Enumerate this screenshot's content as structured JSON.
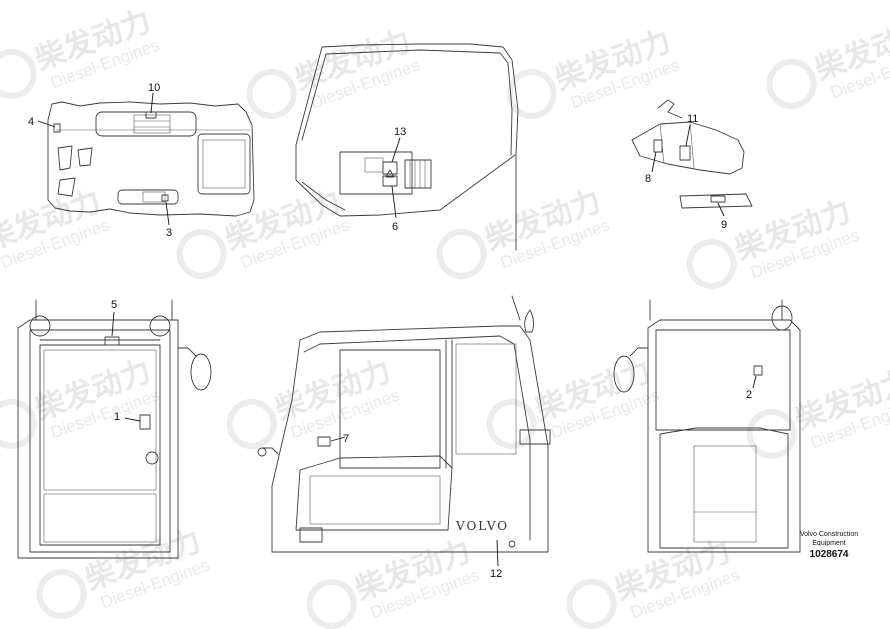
{
  "watermark": {
    "cn": "柴发动力",
    "en": "Diesel-Engines"
  },
  "callouts": [
    "1",
    "2",
    "3",
    "4",
    "5",
    "6",
    "7",
    "8",
    "9",
    "10",
    "11",
    "12",
    "13"
  ],
  "cab_brand": "VOLVO",
  "credit": {
    "line1": "Volvo Construction",
    "line2": "Equipment",
    "part_number": "1028674"
  }
}
